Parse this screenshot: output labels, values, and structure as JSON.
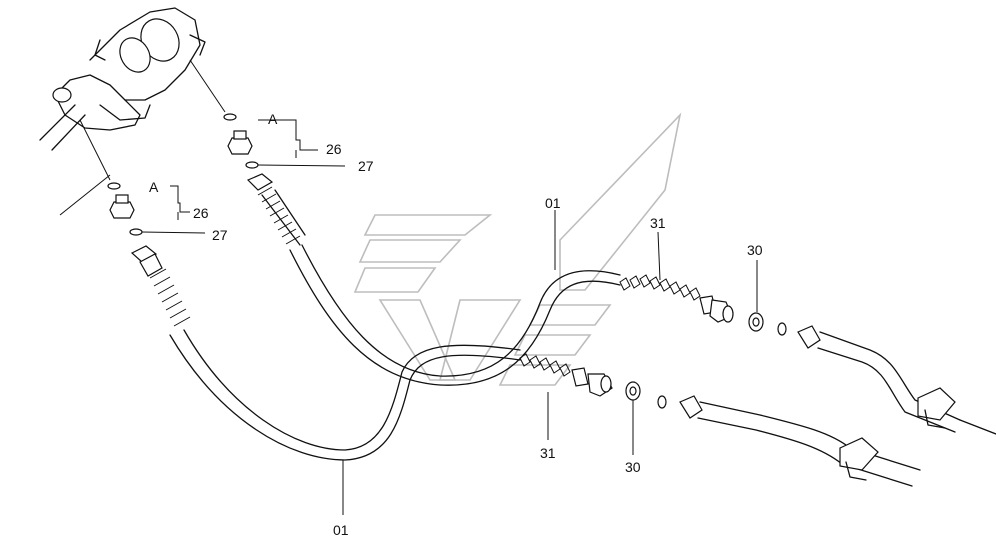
{
  "callouts": {
    "hose_upper": "01",
    "hose_lower": "01",
    "protector_upper": "31",
    "protector_lower": "31",
    "washer_upper": "30",
    "washer_lower": "30",
    "ref_a_upper": "A",
    "ref_a_lower": "A",
    "adapter_upper": "26",
    "adapter_lower": "26",
    "oring_upper": "27",
    "oring_lower": "27"
  },
  "colors": {
    "line": "#111111",
    "watermark": "#bdbdbd",
    "background": "#ffffff"
  }
}
